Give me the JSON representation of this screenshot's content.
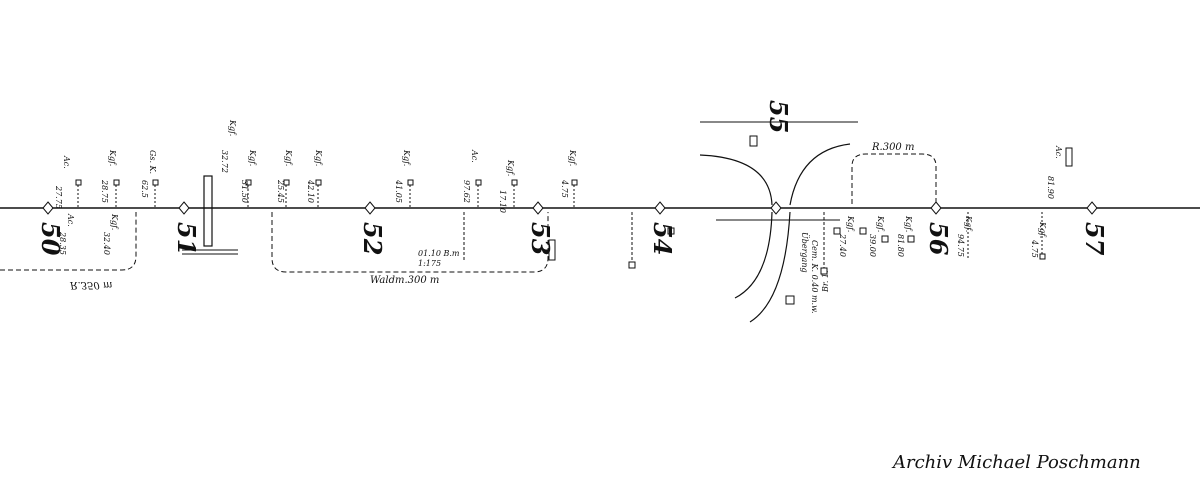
{
  "archive_credit": "Archiv Michael Poschmann",
  "kilometer_markers": [
    "50",
    "51",
    "52",
    "53",
    "54",
    "55",
    "56",
    "57"
  ],
  "signals": [
    {
      "label": "Ac.",
      "km": "27.75"
    },
    {
      "label": "Ac.",
      "km": "28.35"
    },
    {
      "label": "Kgf.",
      "km": "28.75"
    },
    {
      "label": "Kgf.",
      "km": "32.40"
    },
    {
      "label": "Gs. K.",
      "km": "62.5"
    },
    {
      "label": "Kgf.",
      "km": "32.72"
    },
    {
      "label": "Kgf.",
      "km": "31.50"
    },
    {
      "label": "Kgf.",
      "km": "25.45"
    },
    {
      "label": "Kgf.",
      "km": "42.10"
    },
    {
      "label": "Kgf.",
      "km": "41.05"
    },
    {
      "label": "Ac.",
      "km": "97.62"
    },
    {
      "label": "Kgf.",
      "km": "17.10"
    },
    {
      "label": "Kgf.",
      "km": "4.75"
    },
    {
      "label": "Kgf.",
      "km": "27.40"
    },
    {
      "label": "Kgf.",
      "km": "39.00"
    },
    {
      "label": "Kgf.",
      "km": "81.80"
    },
    {
      "label": "Kgf.",
      "km": "94.75"
    },
    {
      "label": "Kgf.",
      "km": "4.75"
    },
    {
      "label": "Ac.",
      "km": "81.90"
    }
  ],
  "track_labels": {
    "curve_a": "R.350 m",
    "curve_b": "Waldm.300 m",
    "curve_c": "R.300 m",
    "gradient": "1:175",
    "gradient_sub": "01.10 B.m",
    "crossing": "Übergang",
    "cement": "Cem. K. 0.40 m.w.",
    "bridge": "Br. 1."
  }
}
